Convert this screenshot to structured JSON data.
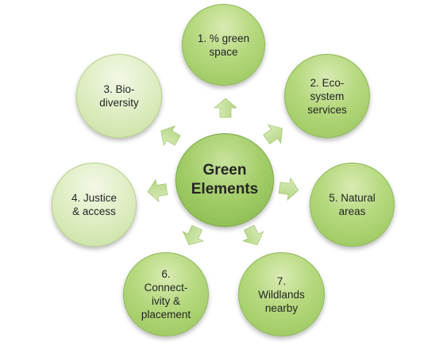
{
  "diagram": {
    "center": {
      "label": "Green\nElements"
    },
    "nodes": [
      {
        "label": "1. % green\nspace"
      },
      {
        "label": "2. Eco-\nsystem\nservices"
      },
      {
        "label": "3. Bio-\ndiversity"
      },
      {
        "label": "4. Justice\n& access"
      },
      {
        "label": "5. Natural\nareas"
      },
      {
        "label": "6.\nConnect-\nivity &\nplacement"
      },
      {
        "label": "7.\nWildlands\nnearby"
      }
    ]
  },
  "colors": {
    "node_fill": "#a9d16c",
    "node_fill_light": "#dcedc0",
    "arrow_fill": "#c3df97"
  }
}
